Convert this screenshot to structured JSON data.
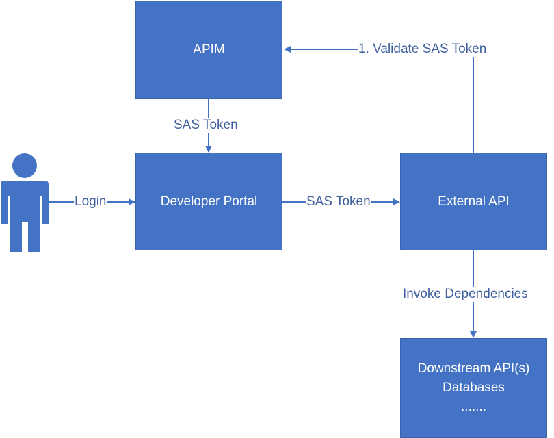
{
  "colors": {
    "box_fill": "#4472c4",
    "line": "#4472c4",
    "label_text": "#3f5f9e",
    "box_text": "#ffffff"
  },
  "actor": {
    "icon": "person-icon"
  },
  "nodes": {
    "apim": {
      "label": "APIM"
    },
    "developer_portal": {
      "label": "Developer Portal"
    },
    "external_api": {
      "label": "External API"
    },
    "downstream": {
      "lines": [
        "Downstream API(s)",
        "Databases",
        "......."
      ]
    }
  },
  "edges": {
    "login": {
      "label": "Login",
      "from": "user",
      "to": "developer_portal"
    },
    "apim_to_portal": {
      "label": "SAS Token",
      "from": "apim",
      "to": "developer_portal"
    },
    "portal_to_external": {
      "label": "SAS Token",
      "from": "developer_portal",
      "to": "external_api"
    },
    "validate": {
      "label": "1. Validate SAS Token",
      "from": "external_api",
      "to": "apim"
    },
    "invoke": {
      "label": "Invoke Dependencies",
      "from": "external_api",
      "to": "downstream"
    }
  }
}
